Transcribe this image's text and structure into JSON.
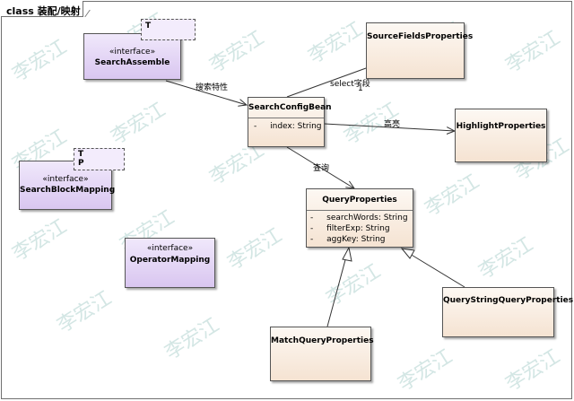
{
  "frame": {
    "title": "class 装配/映射"
  },
  "watermark": {
    "text": "李宏江"
  },
  "classes": {
    "search_assemble": {
      "stereotype": "«interface»",
      "name": "SearchAssemble",
      "template_params": [
        "T"
      ]
    },
    "search_block_mapping": {
      "stereotype": "«interface»",
      "name": "SearchBlockMapping",
      "template_params": [
        "T",
        "P"
      ]
    },
    "operator_mapping": {
      "stereotype": "«interface»",
      "name": "OperatorMapping"
    },
    "source_fields_properties": {
      "name": "SourceFieldsProperties"
    },
    "search_config_bean": {
      "name": "SearchConfigBean",
      "attributes": [
        "-",
        "index: String"
      ]
    },
    "highlight_properties": {
      "name": "HighlightProperties"
    },
    "query_properties": {
      "name": "QueryProperties",
      "attributes": [
        {
          "vis": "-",
          "text": "searchWords: String"
        },
        {
          "vis": "-",
          "text": "filterExp: String"
        },
        {
          "vis": "-",
          "text": "aggKey: String"
        }
      ]
    },
    "query_string_query_properties": {
      "name": "QueryStringQueryProperties"
    },
    "match_query_properties": {
      "name": "MatchQueryProperties"
    }
  },
  "relations": {
    "search_label": "搜索特性",
    "select_label": "select字段",
    "select_multiplicity": "1",
    "highlight_label": "高亮",
    "query_label": "查询"
  }
}
